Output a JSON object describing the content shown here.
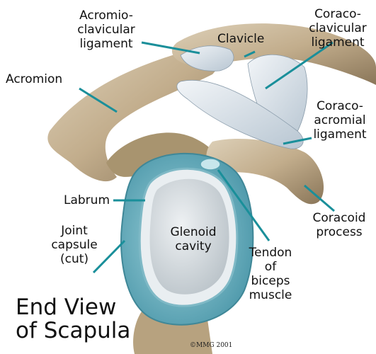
{
  "labels": {
    "acromioclavicular_ligament": [
      "Acromio-",
      "clavicular",
      "ligament"
    ],
    "clavicle": "Clavicle",
    "coracoclavicular_ligament": [
      "Coraco-",
      "clavicular",
      "ligament"
    ],
    "acromion": "Acromion",
    "coracoacromial_ligament": [
      "Coraco-",
      "acromial",
      "ligament"
    ],
    "labrum": "Labrum",
    "glenoid_cavity": [
      "Glenoid",
      "cavity"
    ],
    "coracoid_process": [
      "Coracoid",
      "process"
    ],
    "joint_capsule": [
      "Joint",
      "capsule",
      "(cut)"
    ],
    "biceps_tendon": [
      "Tendon",
      "of",
      "biceps",
      "muscle"
    ]
  },
  "title": [
    "End View",
    "of Scapula"
  ],
  "copyright": "©MMG 2001",
  "colors": {
    "bone": "#c9b79a",
    "bone_shadow": "#8f7d63",
    "ligament": "#d9e2ea",
    "capsule": "#6fb3c2",
    "cavity": "#d8dde0",
    "pointer": "#1a8f9a"
  }
}
